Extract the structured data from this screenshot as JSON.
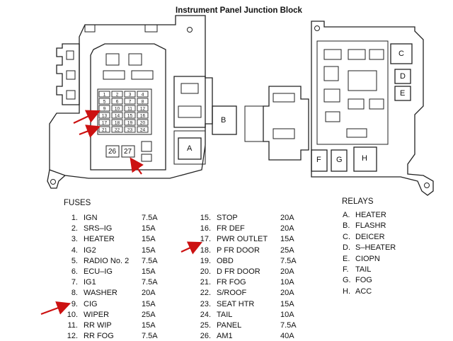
{
  "title": "Instrument Panel Junction Block",
  "fuses_heading": "FUSES",
  "relays_heading": "RELAYS",
  "block_labels": {
    "b": "B",
    "a": "A",
    "c": "C",
    "d": "D",
    "e": "E",
    "f": "F",
    "g": "G",
    "h": "H",
    "f26": "26",
    "f27": "27"
  },
  "fuse_grid_numbers": [
    "1",
    "2",
    "3",
    "4",
    "5",
    "6",
    "7",
    "8",
    "9",
    "10",
    "11",
    "12",
    "13",
    "14",
    "15",
    "16",
    "17",
    "18",
    "19",
    "20",
    "21",
    "22",
    "23",
    "24"
  ],
  "fuses_left": [
    {
      "num": "1.",
      "name": "IGN",
      "amp": "7.5A"
    },
    {
      "num": "2.",
      "name": "SRS–IG",
      "amp": "15A"
    },
    {
      "num": "3.",
      "name": "HEATER",
      "amp": "15A"
    },
    {
      "num": "4.",
      "name": "IG2",
      "amp": "15A"
    },
    {
      "num": "5.",
      "name": "RADIO No. 2",
      "amp": "7.5A"
    },
    {
      "num": "6.",
      "name": "ECU–IG",
      "amp": "15A"
    },
    {
      "num": "7.",
      "name": "IG1",
      "amp": "7.5A"
    },
    {
      "num": "8.",
      "name": "WASHER",
      "amp": "20A"
    },
    {
      "num": "9.",
      "name": "CIG",
      "amp": "15A"
    },
    {
      "num": "10.",
      "name": "WIPER",
      "amp": "25A"
    },
    {
      "num": "11.",
      "name": "RR WIP",
      "amp": "15A"
    },
    {
      "num": "12.",
      "name": "RR FOG",
      "amp": "7.5A"
    }
  ],
  "fuses_right": [
    {
      "num": "15.",
      "name": "STOP",
      "amp": "20A"
    },
    {
      "num": "16.",
      "name": "FR DEF",
      "amp": "20A"
    },
    {
      "num": "17.",
      "name": "PWR OUTLET",
      "amp": "15A"
    },
    {
      "num": "18.",
      "name": "P FR DOOR",
      "amp": "25A"
    },
    {
      "num": "19.",
      "name": "OBD",
      "amp": "7.5A"
    },
    {
      "num": "20.",
      "name": "D FR DOOR",
      "amp": "20A"
    },
    {
      "num": "21.",
      "name": "FR FOG",
      "amp": "10A"
    },
    {
      "num": "22.",
      "name": "S/ROOF",
      "amp": "20A"
    },
    {
      "num": "23.",
      "name": "SEAT HTR",
      "amp": "15A"
    },
    {
      "num": "24.",
      "name": "TAIL",
      "amp": "10A"
    },
    {
      "num": "25.",
      "name": "PANEL",
      "amp": "7.5A"
    },
    {
      "num": "26.",
      "name": "AM1",
      "amp": "40A"
    }
  ],
  "relays": [
    {
      "letter": "A.",
      "name": "HEATER"
    },
    {
      "letter": "B.",
      "name": "FLASHR"
    },
    {
      "letter": "C.",
      "name": "DEICER"
    },
    {
      "letter": "D.",
      "name": "S–HEATER"
    },
    {
      "letter": "E.",
      "name": "CIOPN"
    },
    {
      "letter": "F.",
      "name": "TAIL"
    },
    {
      "letter": "G.",
      "name": "FOG"
    },
    {
      "letter": "H.",
      "name": "ACC"
    }
  ],
  "colors": {
    "arrow": "#cc1111",
    "line": "#222222"
  }
}
